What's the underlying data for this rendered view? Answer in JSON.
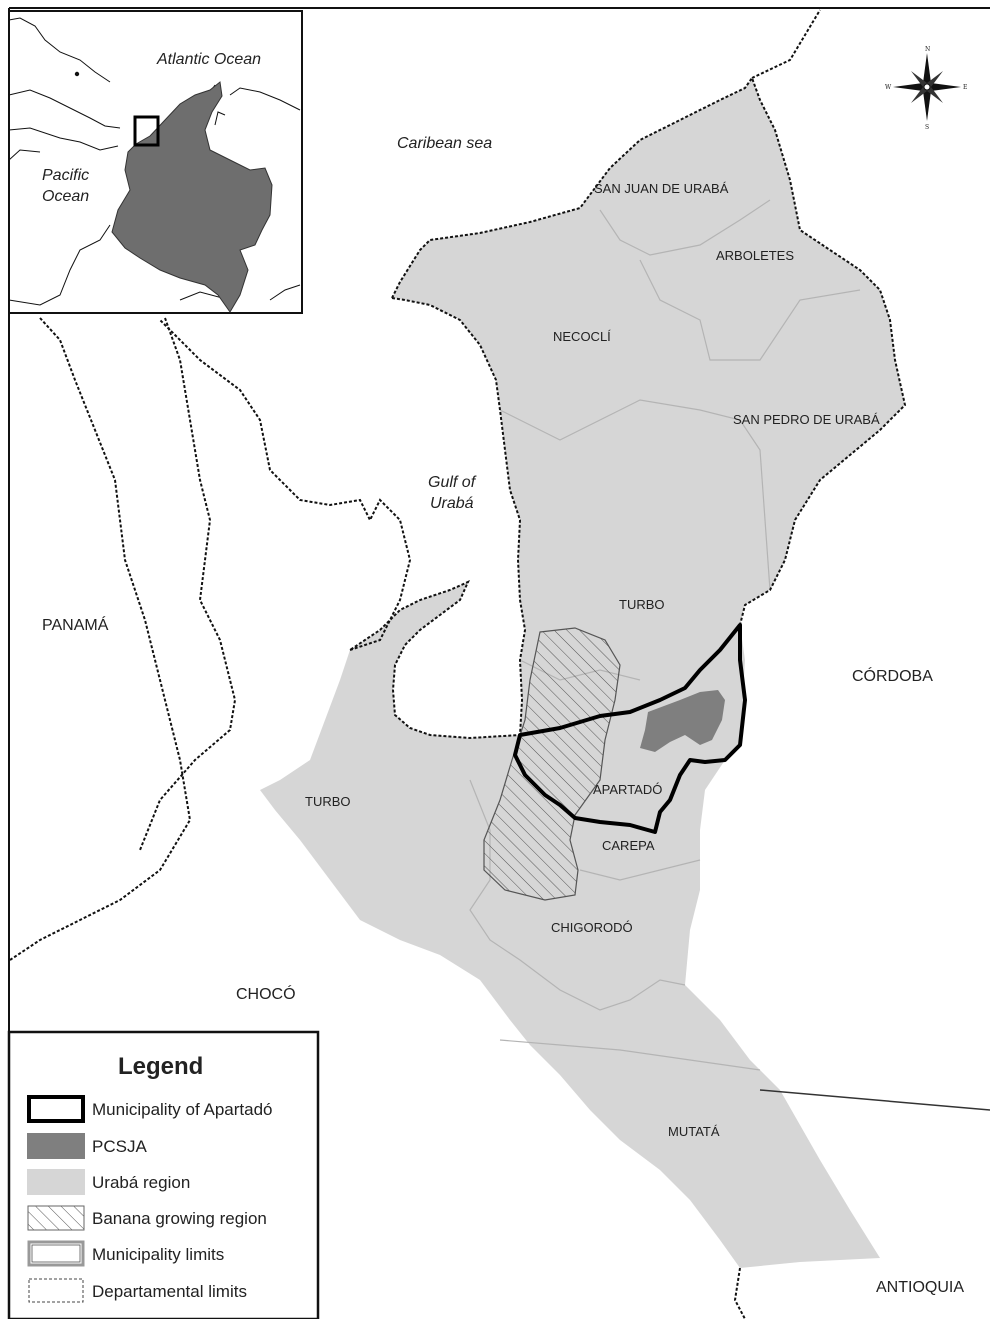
{
  "inset": {
    "atlantic": "Atlantic Ocean",
    "pacific_line1": "Pacific",
    "pacific_line2": "Ocean"
  },
  "water": {
    "caribbean": "Caribean sea",
    "gulf_line1": "Gulf of",
    "gulf_line2": "Urabá"
  },
  "departments": {
    "panama": "PANAMÁ",
    "choco": "CHOCÓ",
    "cordoba": "CÓRDOBA",
    "antioquia": "ANTIOQUIA"
  },
  "municipalities": {
    "san_juan": "SAN JUAN DE URABÁ",
    "arboletes": "ARBOLETES",
    "necocli": "NECOCLÍ",
    "san_pedro": "SAN PEDRO DE URABÁ",
    "turbo_north": "TURBO",
    "turbo_west": "TURBO",
    "apartado": "APARTADÓ",
    "carepa": "CAREPA",
    "chigorodo": "CHIGORODÓ",
    "mutata": "MUTATÁ"
  },
  "compass": {
    "n": "N",
    "s": "S",
    "e": "E",
    "w": "W"
  },
  "legend": {
    "title": "Legend",
    "items": [
      {
        "label": "Municipality of Apartadó"
      },
      {
        "label": "PCSJA"
      },
      {
        "label": "Urabá region"
      },
      {
        "label": "Banana growing region"
      },
      {
        "label": "Municipality limits"
      },
      {
        "label": "Departamental limits"
      }
    ]
  },
  "colors": {
    "region_fill": "#d6d6d6",
    "pcsja_fill": "#7f7f7f",
    "colombia_fill": "#6e6e6e",
    "boundary": "#111111"
  }
}
